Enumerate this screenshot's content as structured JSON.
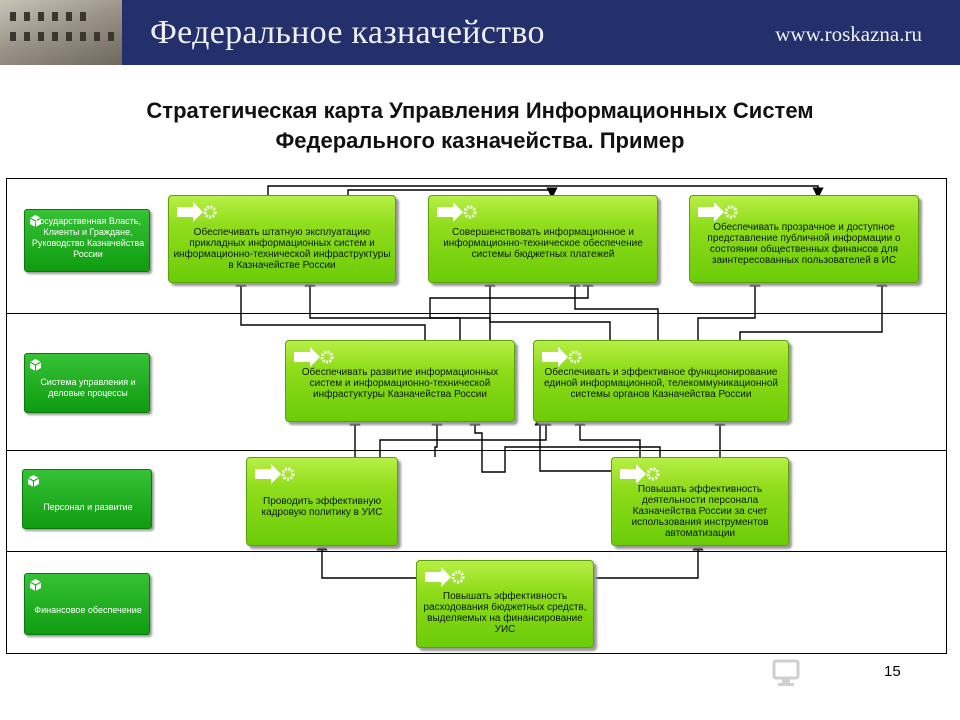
{
  "header": {
    "title": "Федеральное казначейство",
    "url": "www.roskazna.ru"
  },
  "slide": {
    "title_line1": "Стратегическая карта Управления Информационных Систем",
    "title_line2": "Федерального казначейства. Пример",
    "page_number": "15"
  },
  "perspectives": [
    {
      "label": "Государственная Власть, Клиенты и Граждане, Руководство Казначейства России"
    },
    {
      "label": "Система управления и деловые процессы"
    },
    {
      "label": "Персонал и развитие"
    },
    {
      "label": "Финансовое обеспечение"
    }
  ],
  "goals": [
    {
      "text": "Обеспечивать штатную эксплуатацию прикладных информационных систем и информационно-технической инфраструктуры в Казначействе России"
    },
    {
      "text": "Совершенствовать информационное и информационно-техническое обеспечение системы бюджетных платежей"
    },
    {
      "text": "Обеспечивать прозрачное и доступное представление публичной информации о состоянии общественных финансов для заинтересованных пользователей в ИС"
    },
    {
      "text": "Обеспечивать развитие информационных систем и информационно-технической инфрастуктуры Казначейства России"
    },
    {
      "text": "Обеспечивать и эффективное функционирование единой информационной, телекоммуникационной системы органов Казначейства России"
    },
    {
      "text": "Проводить эффективную кадровую политику в УИС"
    },
    {
      "text": "Повышать эффективность деятельности персонала Казначейства России за счет использования инструментов автоматизации"
    },
    {
      "text": "Повышать эффективность расходования бюджетных средств, выделяемых на финансирование УИС"
    }
  ],
  "colors": {
    "banner": "#24306b",
    "goal_green": "#7fd414",
    "perspective_green": "#1aa51a"
  }
}
